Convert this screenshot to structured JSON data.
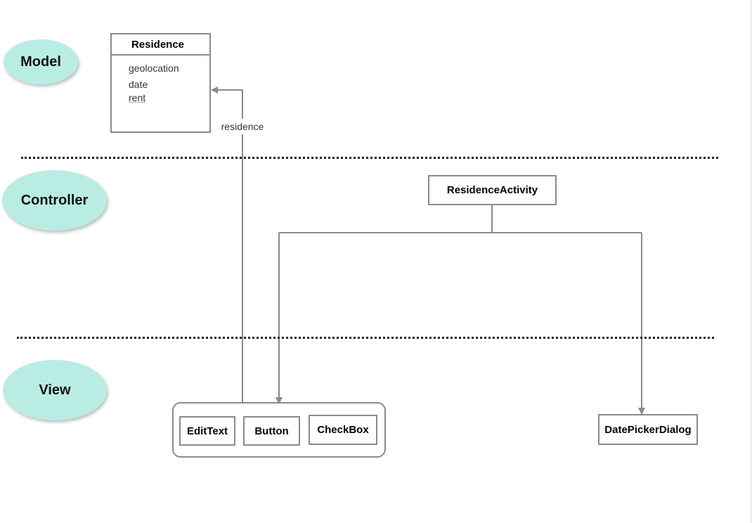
{
  "layers": {
    "model": "Model",
    "controller": "Controller",
    "view": "View"
  },
  "model_class": {
    "name": "Residence",
    "fields": [
      "geolocation",
      "date",
      "rent"
    ]
  },
  "controller_class": "ResidenceActivity",
  "view_widgets": {
    "edit_text": "EditText",
    "button": "Button",
    "checkbox": "CheckBox"
  },
  "date_picker": "DatePickerDialog",
  "edge_label": "residence",
  "colors": {
    "layer_fill": "#b9ede3",
    "line": "#8a8a8a",
    "separator": "#222222"
  }
}
